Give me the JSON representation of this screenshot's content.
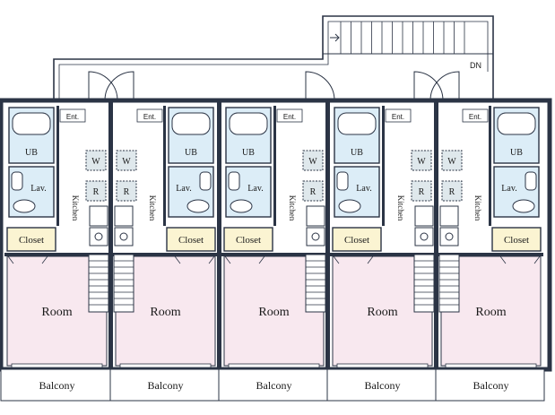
{
  "labels": {
    "room": "Room",
    "balcony": "Balcony",
    "closet": "Closet",
    "unit_bath": "UB",
    "lavatory": "Lav.",
    "kitchen": "Kitchen",
    "entrance": "Ent.",
    "washer": "W",
    "fridge": "R",
    "stairs_down": "DN"
  },
  "units": [
    {
      "id": 1,
      "mirrored": false
    },
    {
      "id": 2,
      "mirrored": true
    },
    {
      "id": 3,
      "mirrored": false
    },
    {
      "id": 4,
      "mirrored": false
    },
    {
      "id": 5,
      "mirrored": true
    }
  ],
  "colors": {
    "wall": "#2b3445",
    "room_floor": "#f8e8ef",
    "bath_floor": "#dcedf7",
    "closet_floor": "#fbf4d2",
    "kitchen_floor": "#ffffff",
    "appliance": "#dfe8ec",
    "balcony_floor": "#ffffff"
  }
}
